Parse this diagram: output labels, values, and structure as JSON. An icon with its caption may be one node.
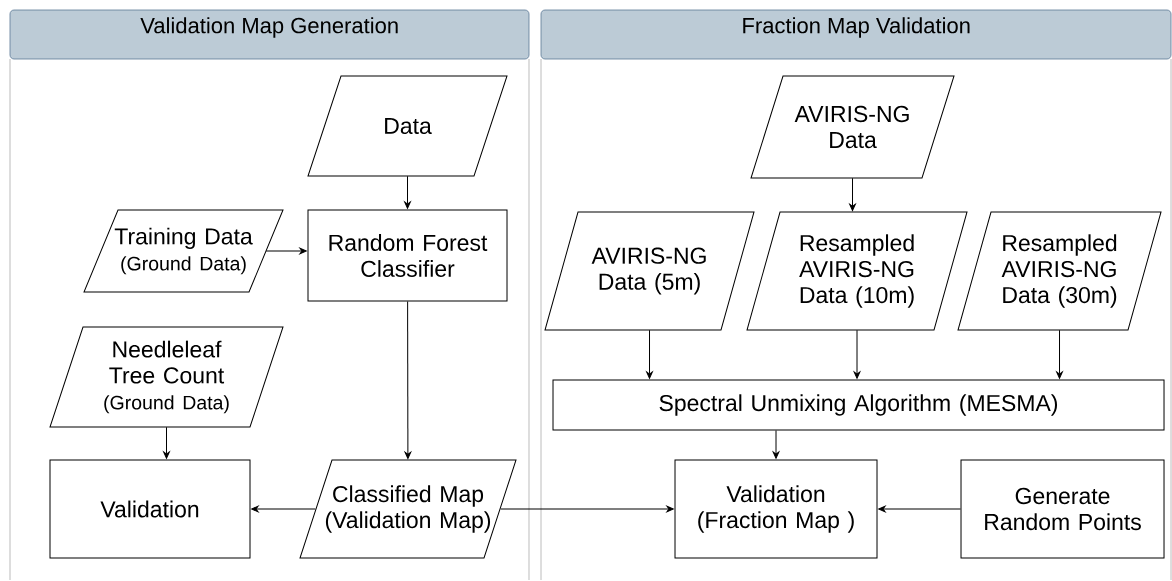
{
  "diagram": {
    "nodes": [
      {
        "text": [
          "Validation Map Generation"
        ]
      },
      {
        "text": [
          "Fraction Map Validation"
        ]
      },
      {
        "text": [
          "Data"
        ],
        "in": 0
      },
      {
        "text": [
          "Training Data",
          "(Ground Data)"
        ],
        "in": 0
      },
      {
        "text": [
          "Random Forest Classifier"
        ],
        "in": 0
      },
      {
        "text": [
          "Needleleaf Tree Count",
          "(Ground Data)"
        ],
        "in": 0
      },
      {
        "text": [
          "Validation"
        ],
        "in": 0
      },
      {
        "text": [
          "Classified Map (Validation Map)"
        ],
        "in": 0
      },
      {
        "text": [
          "AVIRIS-NG Data"
        ],
        "in": 1
      },
      {
        "text": [
          "AVIRIS-NG Data (5m)"
        ],
        "in": 1
      },
      {
        "text": [
          "Resampled AVIRIS-NG Data (10m)"
        ],
        "in": 1
      },
      {
        "text": [
          "Resampled AVIRIS-NG Data (30m)"
        ],
        "in": 1
      },
      {
        "text": [
          "Spectral Unmixing Algorithm (MESMA)"
        ],
        "in": 1
      },
      {
        "text": [
          "Validation (Fraction Map )"
        ],
        "in": 1
      },
      {
        "text": [
          "Generate Random Points"
        ],
        "in": 1
      }
    ],
    "edges": [
      {
        "from": 2,
        "to": 4,
        "arrow": "to"
      },
      {
        "from": 3,
        "to": 4,
        "arrow": "to"
      },
      {
        "from": 4,
        "to": 7,
        "arrow": "to"
      },
      {
        "from": 5,
        "to": 6,
        "arrow": "to"
      },
      {
        "from": 7,
        "to": 6,
        "arrow": "to"
      },
      {
        "from": 7,
        "to": 13,
        "arrow": "to"
      },
      {
        "from": 8,
        "to": 10,
        "arrow": "to"
      },
      {
        "from": 9,
        "to": 12,
        "arrow": "to"
      },
      {
        "from": 10,
        "to": 12,
        "arrow": "to"
      },
      {
        "from": 11,
        "to": 12,
        "arrow": "to"
      },
      {
        "from": 12,
        "to": 13,
        "arrow": "to"
      },
      {
        "from": 14,
        "to": 13,
        "arrow": "to"
      }
    ]
  }
}
